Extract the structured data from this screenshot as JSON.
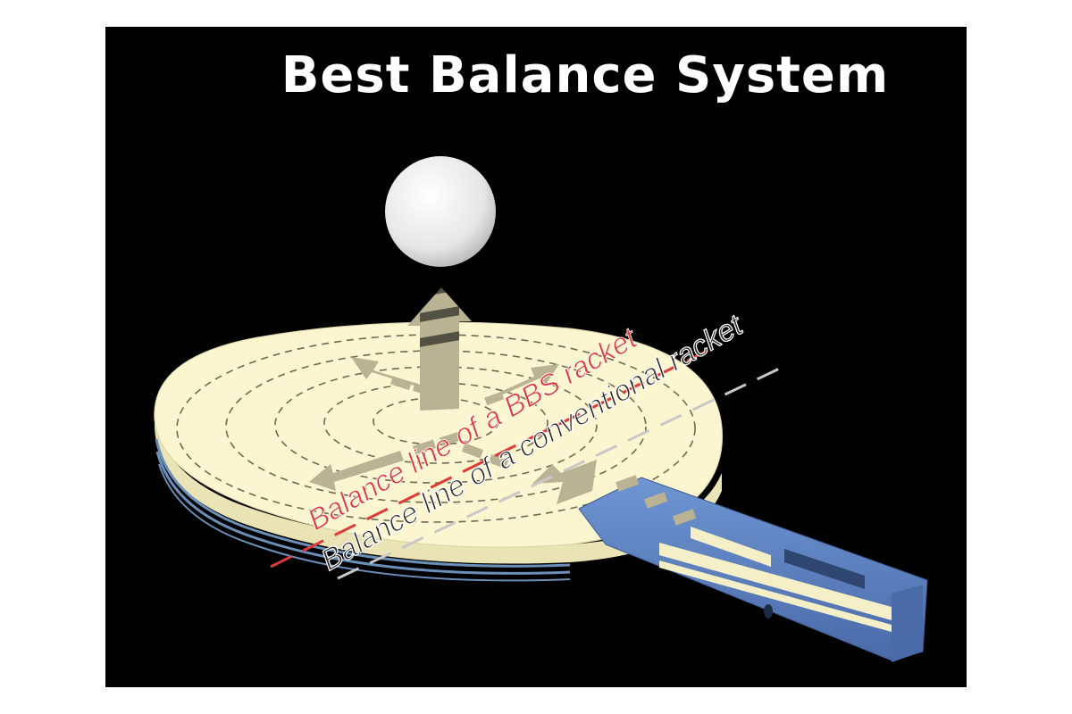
{
  "title": "Best Balance System",
  "labels": {
    "bbs_line": "Balance line of a BBS racket",
    "conventional_line": "Balance line of a conventional racket"
  },
  "colors": {
    "background": "#000000",
    "blade": "#fbf6cf",
    "ply_blue": "#6b8fb8",
    "handle": "#5b7fc0",
    "arrow": "#b9b394",
    "bbs_line": "#e03a3a",
    "conventional_line": "#c8c8c8",
    "ball": "#f2f2f2"
  },
  "icons": [
    "ping-pong-ball",
    "table-tennis-racket",
    "upward-arrow",
    "radial-arrows",
    "handle-arrow"
  ]
}
